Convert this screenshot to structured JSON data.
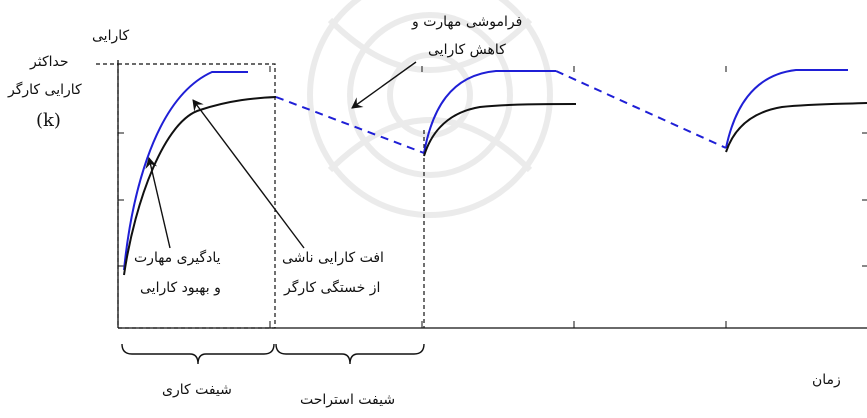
{
  "labels": {
    "y_axis": "کارایی",
    "x_axis": "زمان",
    "max_efficiency_line1": "حداکثر",
    "max_efficiency_line2": "کارایی کارگر",
    "max_efficiency_symbol": "(k)",
    "forgetting_line1": "فراموشی مهارت و",
    "forgetting_line2": "کاهش کارایی",
    "learning_line1": "یادگیری مهارت",
    "learning_line2": "و بهبود کارایی",
    "fatigue_line1": "افت کارایی ناشی",
    "fatigue_line2": "از خستگی کارگر",
    "work_shift": "شیفت کاری",
    "rest_shift": "شیفت استراحت"
  },
  "colors": {
    "learning_curve": "#1f1fd6",
    "fatigue_curve": "#111111",
    "forgetting_line": "#1f1fd6",
    "axis": "#111111",
    "watermark": "#d9d9d9"
  }
}
